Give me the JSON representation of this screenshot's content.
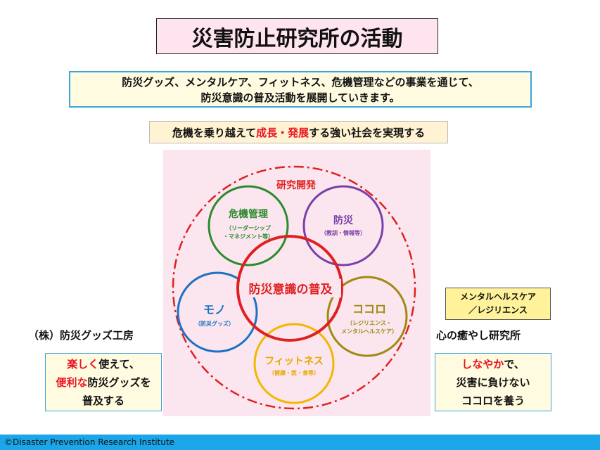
{
  "title": "災害防止研究所の活動",
  "intro": {
    "line1": "防災グッズ、メンタルケア、フィットネス、危機管理などの事業を通じて、",
    "line2": "防災意識の普及活動を展開していきます。"
  },
  "slogan": {
    "pre": "危機を乗り越えて",
    "highlight1": "成長",
    "sep": "・",
    "highlight2": "発展",
    "post": "する強い社会を実現する"
  },
  "diagram": {
    "outer_label": "研究開発",
    "center_label": "防災意識の普及",
    "circles": [
      {
        "key": "crisis",
        "title": "危機管理",
        "sub1": "（リーダーシップ",
        "sub2": "・マネジメント等）",
        "color": "#2e8a2e"
      },
      {
        "key": "bousai",
        "title": "防災",
        "sub1": "（教訓・情報等）",
        "sub2": "",
        "color": "#7a3fa8"
      },
      {
        "key": "mono",
        "title": "モノ",
        "sub1": "（防災グッズ）",
        "sub2": "",
        "color": "#1e72c4"
      },
      {
        "key": "kokoro",
        "title": "ココロ",
        "sub1": "（レジリエンス・",
        "sub2": "メンタルヘルスケア）",
        "color": "#a08a10"
      },
      {
        "key": "fitness",
        "title": "フィットネス",
        "sub1": "（健康・医・食等）",
        "sub2": "",
        "color": "#f0b800"
      }
    ],
    "colors": {
      "outer": "#e02020",
      "center": "#e02020"
    }
  },
  "left": {
    "company": "（株）防災グッズ工房",
    "line1_red": "楽しく",
    "line1": "使えて、",
    "line2_red": "便利な",
    "line2": "防災グッズを",
    "line3": "普及する"
  },
  "right": {
    "tag_line1": "メンタルヘルスケア",
    "tag_line2": "／レジリエンス",
    "company": "心の癒やし研究所",
    "line1_red": "しなやか",
    "line1": "で、",
    "line2": "災害に負けない",
    "line3": "ココロを養う"
  },
  "footer": "©Disaster Prevention Research Institute"
}
